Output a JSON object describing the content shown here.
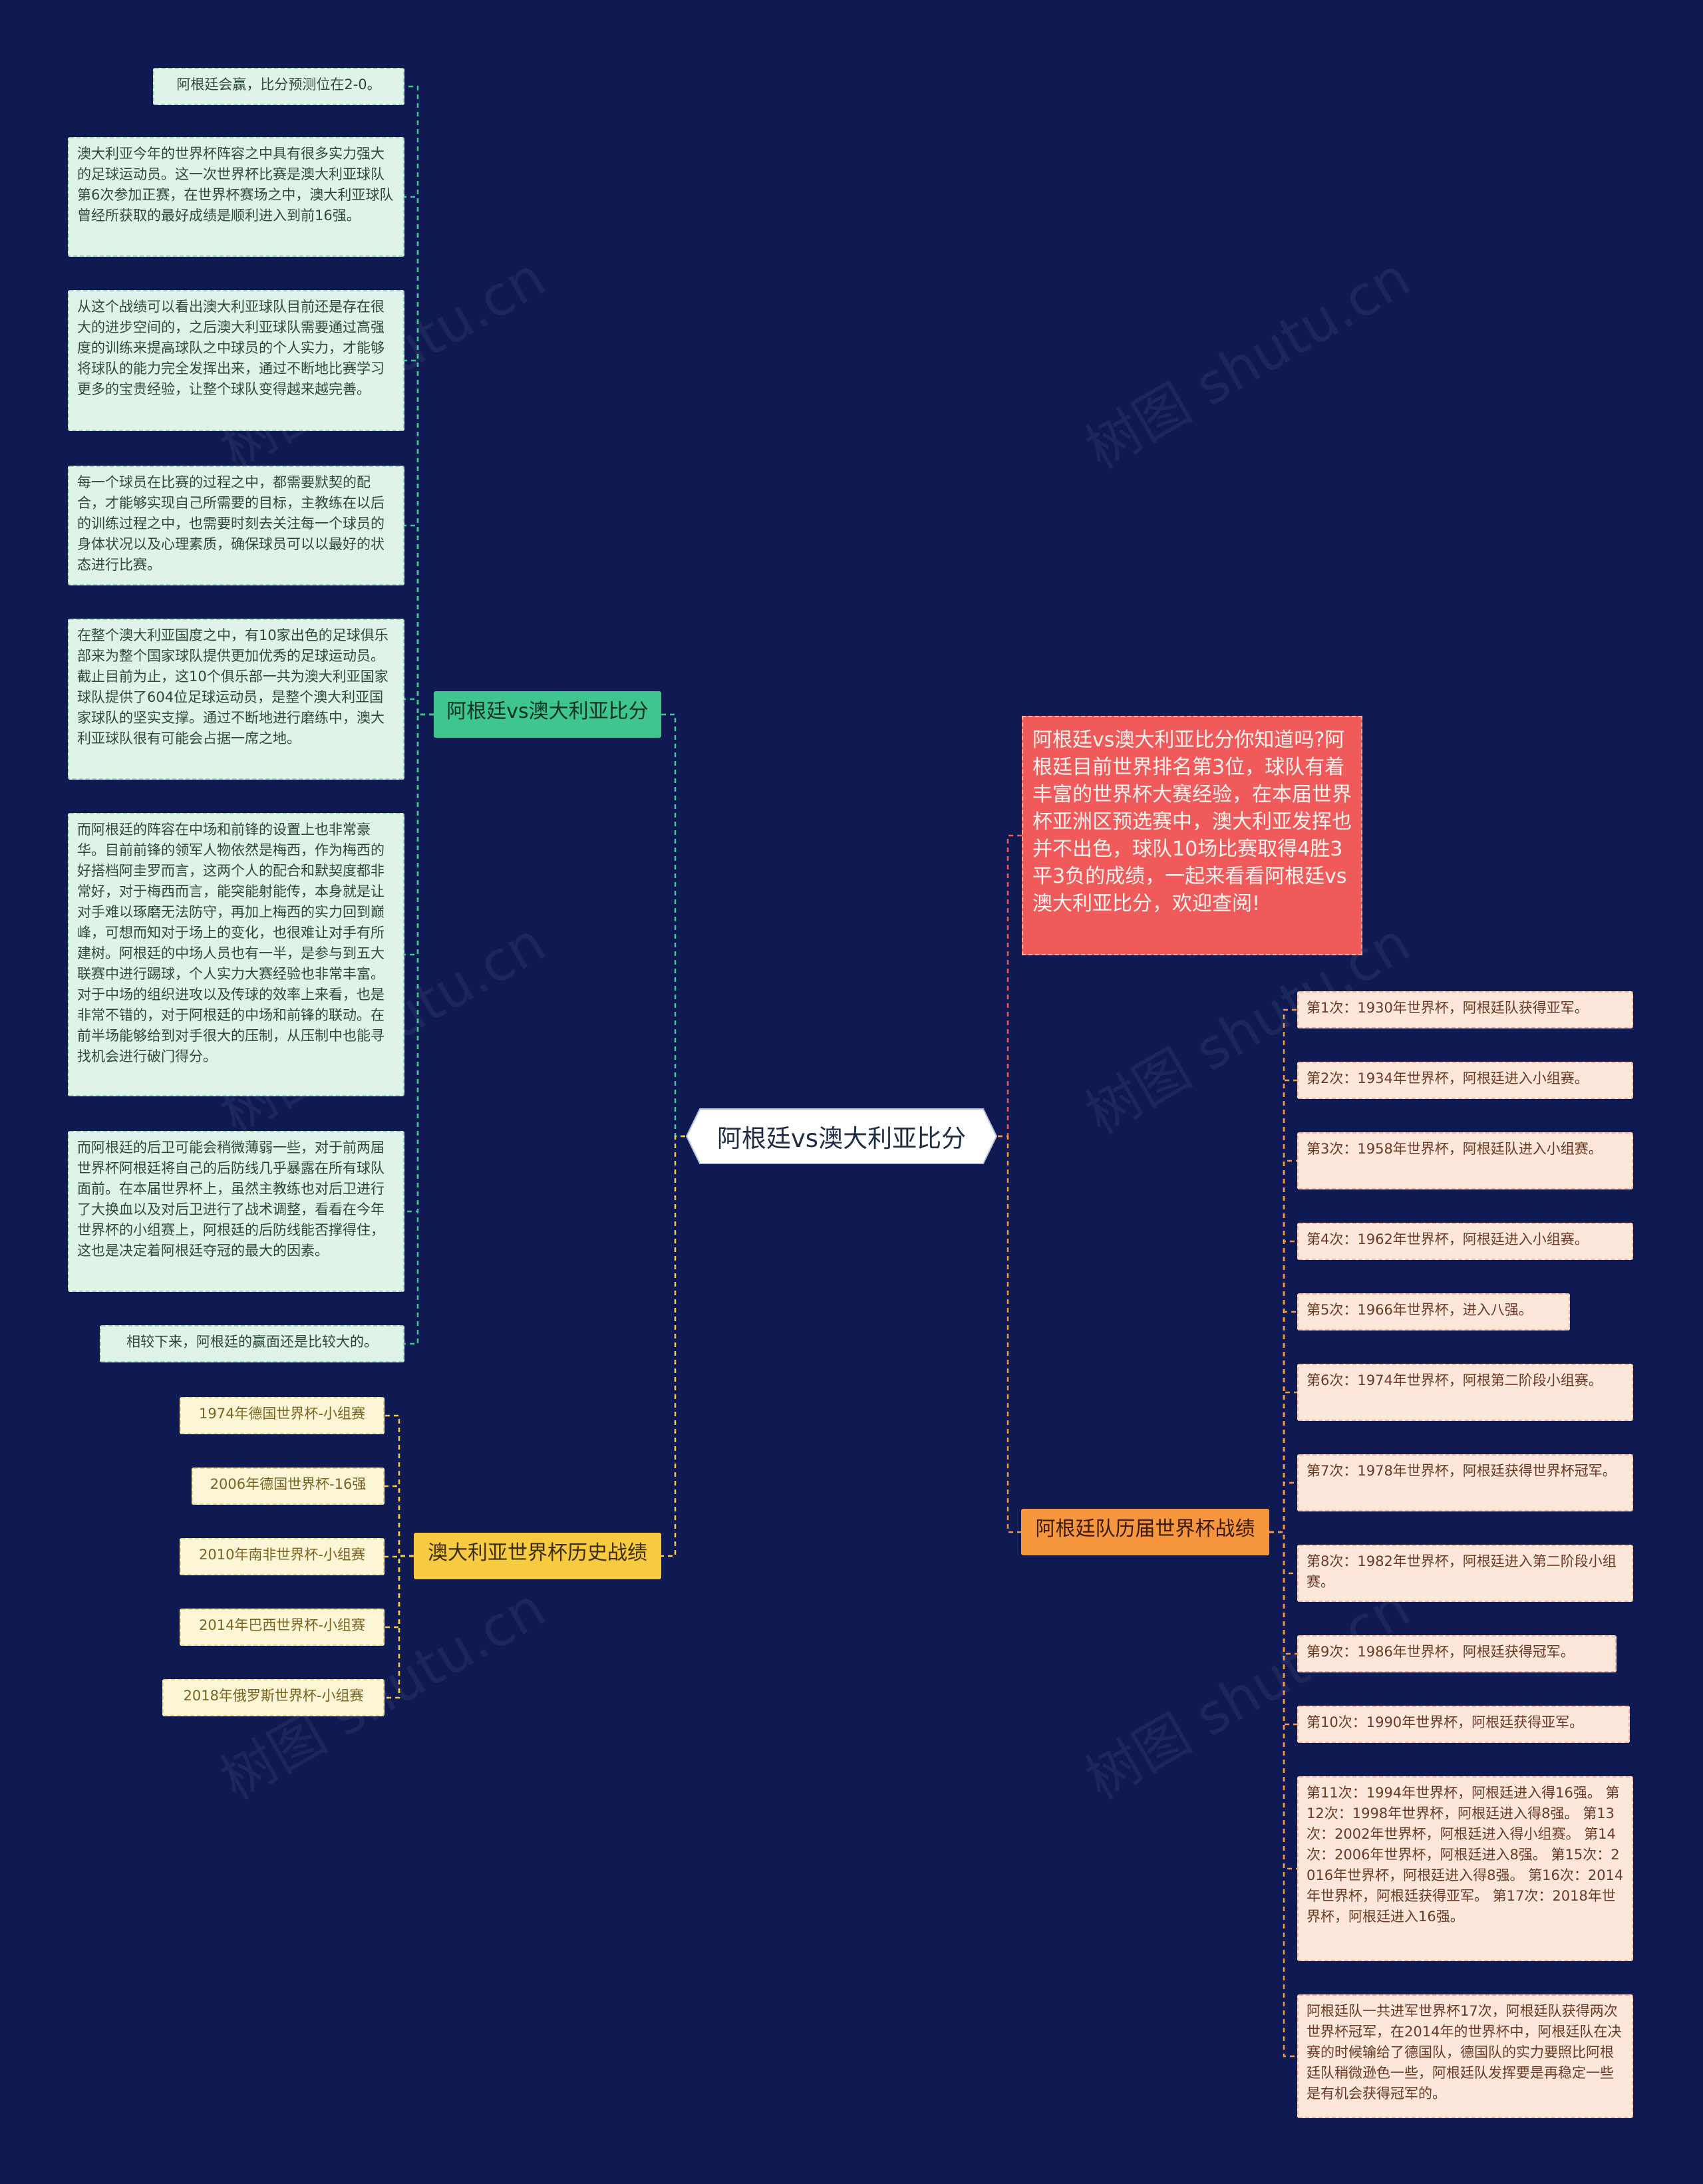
{
  "root": {
    "label": "阿根廷vs澳大利亚比分"
  },
  "intro": {
    "text": "阿根廷vs澳大利亚比分你知道吗?阿根廷目前世界排名第3位，球队有着丰富的世界杯大赛经验，在本届世界杯亚洲区预选赛中，澳大利亚发挥也并不出色，球队10场比赛取得4胜3平3负的成绩，一起来看看阿根廷vs澳大利亚比分，欢迎查阅!"
  },
  "branch_score": {
    "label": "阿根廷vs澳大利亚比分",
    "items": [
      "阿根廷会赢，比分预测位在2-0。",
      "澳大利亚今年的世界杯阵容之中具有很多实力强大的足球运动员。这一次世界杯比赛是澳大利亚球队第6次参加正赛，在世界杯赛场之中，澳大利亚球队曾经所获取的最好成绩是顺利进入到前16强。",
      "从这个战绩可以看出澳大利亚球队目前还是存在很大的进步空间的，之后澳大利亚球队需要通过高强度的训练来提高球队之中球员的个人实力，才能够将球队的能力完全发挥出来，通过不断地比赛学习更多的宝贵经验，让整个球队变得越来越完善。",
      "每一个球员在比赛的过程之中，都需要默契的配合，才能够实现自己所需要的目标，主教练在以后的训练过程之中，也需要时刻去关注每一个球员的身体状况以及心理素质，确保球员可以以最好的状态进行比赛。",
      "在整个澳大利亚国度之中，有10家出色的足球俱乐部来为整个国家球队提供更加优秀的足球运动员。截止目前为止，这10个俱乐部一共为澳大利亚国家球队提供了604位足球运动员，是整个澳大利亚国家球队的坚实支撑。通过不断地进行磨练中，澳大利亚球队很有可能会占据一席之地。",
      "而阿根廷的阵容在中场和前锋的设置上也非常豪华。目前前锋的领军人物依然是梅西，作为梅西的好搭档阿圭罗而言，这两个人的配合和默契度都非常好，对于梅西而言，能突能射能传，本身就是让对手难以琢磨无法防守，再加上梅西的实力回到巅峰，可想而知对于场上的变化，也很难让对手有所建树。阿根廷的中场人员也有一半，是参与到五大联赛中进行踢球，个人实力大赛经验也非常丰富。对于中场的组织进攻以及传球的效率上来看，也是非常不错的，对于阿根廷的中场和前锋的联动。在前半场能够给到对手很大的压制，从压制中也能寻找机会进行破门得分。",
      "而阿根廷的后卫可能会稍微薄弱一些，对于前两届世界杯阿根廷将自己的后防线几乎暴露在所有球队面前。在本届世界杯上，虽然主教练也对后卫进行了大换血以及对后卫进行了战术调整，看看在今年世界杯的小组赛上，阿根廷的后防线能否撑得住，这也是决定着阿根廷夺冠的最大的因素。",
      "相较下来，阿根廷的赢面还是比较大的。"
    ]
  },
  "branch_history": {
    "label": "澳大利亚世界杯历史战绩",
    "items": [
      "1974年德国世界杯-小组赛",
      "2006年德国世界杯-16强",
      "2010年南非世界杯-小组赛",
      "2014年巴西世界杯-小组赛",
      "2018年俄罗斯世界杯-小组赛"
    ]
  },
  "branch_argentina": {
    "label": "阿根廷队历届世界杯战绩",
    "items": [
      "第1次：1930年世界杯，阿根廷队获得亚军。",
      "第2次：1934年世界杯，阿根廷进入小组赛。",
      "第3次：1958年世界杯，阿根廷队进入小组赛。",
      "第4次：1962年世界杯，阿根廷进入小组赛。",
      "第5次：1966年世界杯，进入八强。",
      "第6次：1974年世界杯，阿根第二阶段小组赛。",
      "第7次：1978年世界杯，阿根廷获得世界杯冠军。",
      "第8次：1982年世界杯，阿根廷进入第二阶段小组赛。",
      "第9次：1986年世界杯，阿根廷获得冠军。",
      "第10次：1990年世界杯，阿根廷获得亚军。",
      "第11次：1994年世界杯，阿根廷进入得16强。 第12次：1998年世界杯，阿根廷进入得8强。 第13次：2002年世界杯，阿根廷进入得小组赛。 第14次：2006年世界杯，阿根廷进入8强。 第15次：2016年世界杯，阿根廷进入得8强。 第16次：2014年世界杯，阿根廷获得亚军。 第17次：2018年世界杯，阿根廷进入16强。",
      "阿根廷队一共进军世界杯17次，阿根廷队获得两次世界杯冠军，在2014年的世界杯中，阿根廷队在决赛的时候输给了德国队，德国队的实力要照比阿根廷队稍微逊色一些，阿根廷队发挥要是再稳定一些是有机会获得冠军的。"
    ]
  },
  "watermark": "树图 shutu.cn",
  "colors": {
    "background": "#0f1a52",
    "green": "#3fc58e",
    "yellow": "#f7cb3f",
    "orange": "#f6973f",
    "red": "#f15a5a"
  }
}
